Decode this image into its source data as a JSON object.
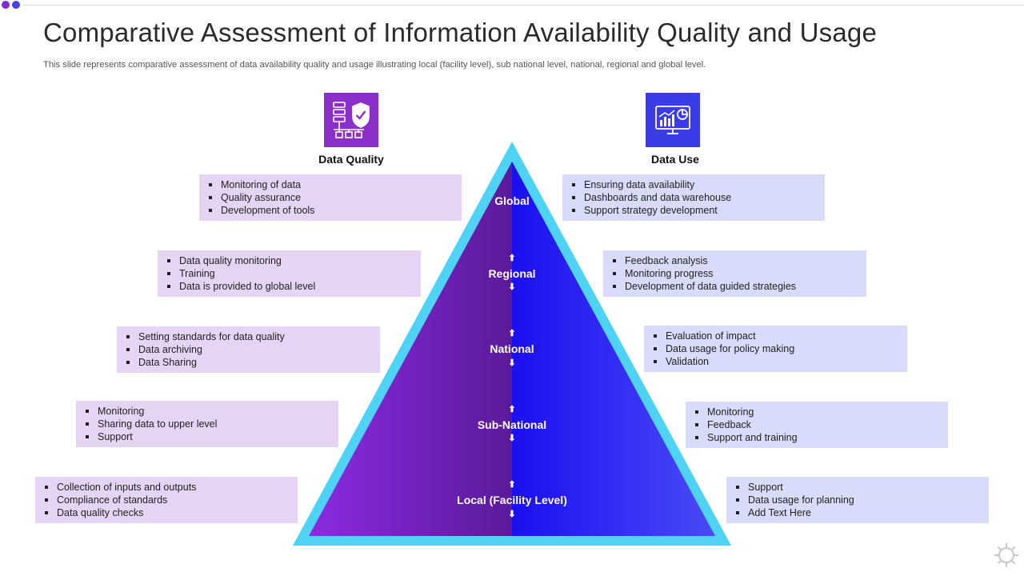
{
  "slide": {
    "title": "Comparative Assessment of Information Availability Quality and Usage",
    "subtitle": "This slide represents comparative assessment of data availability quality and usage illustrating local (facility level), sub national level, national, regional and global level."
  },
  "columns": {
    "quality": {
      "heading": "Data Quality",
      "icon": "server-shield-check-icon"
    },
    "use": {
      "heading": "Data Use",
      "icon": "dashboard-chart-icon"
    }
  },
  "levels": [
    {
      "label": "Global",
      "quality": [
        "Monitoring of data",
        "Quality assurance",
        "Development  of tools"
      ],
      "use": [
        "Ensuring data availability",
        "Dashboards and data warehouse",
        "Support strategy development"
      ]
    },
    {
      "label": "Regional",
      "quality": [
        "Data quality monitoring",
        "Training",
        "Data is provided  to global level"
      ],
      "use": [
        "Feedback analysis",
        "Monitoring  progress",
        "Development  of data guided strategies"
      ]
    },
    {
      "label": "National",
      "quality": [
        "Setting standards for data quality",
        "Data archiving",
        "Data Sharing"
      ],
      "use": [
        "Evaluation  of impact",
        "Data usage for policy making",
        "Validation"
      ]
    },
    {
      "label": "Sub-National",
      "quality": [
        "Monitoring",
        "Sharing data to upper level",
        "Support"
      ],
      "use": [
        "Monitoring",
        "Feedback",
        "Support and training"
      ]
    },
    {
      "label": "Local (Facility Level)",
      "quality": [
        "Collection of inputs and outputs",
        "Compliance  of standards",
        "Data quality checks"
      ],
      "use": [
        "Support",
        "Data usage for planning",
        "Add Text Here"
      ]
    }
  ],
  "arrows": {
    "up": "⬆",
    "down": "⬇"
  },
  "colors": {
    "accent_purple": "#8a2fc9",
    "accent_blue": "#3b3be8",
    "pyramid_border": "#4fd3f5",
    "quality_box": "#e5d4f4",
    "use_box": "#d8dbf9"
  }
}
